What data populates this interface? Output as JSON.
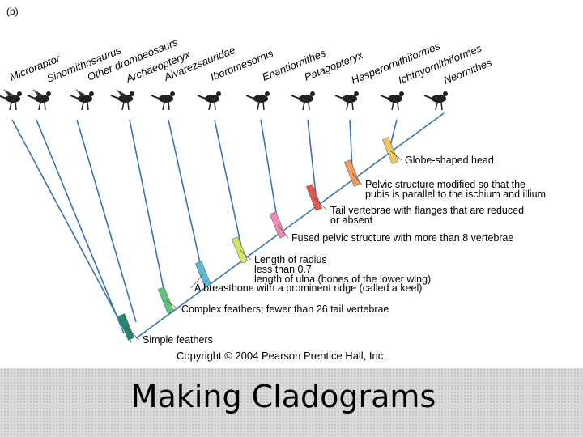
{
  "panel_label": "(b)",
  "taxa": [
    "Microraptor",
    "Sinornithosaurus",
    "Other dromaeosaurs",
    "Archaeopteryx",
    "Alvarezsauridae",
    "Iberomesornis",
    "Enantiornithes",
    "Patagopteryx",
    "Hesperornithiformes",
    "Ichthyornithiformes",
    "Neornithes"
  ],
  "characters": [
    {
      "lines": [
        "Simple feathers"
      ],
      "color": "#1f8a6c"
    },
    {
      "lines": [
        "Complex feathers; fewer than 26 tail vertebrae"
      ],
      "color": "#5fc47e"
    },
    {
      "lines": [
        "A breastbone with a prominent ridge (called a keel)"
      ],
      "color": "#5cb8d6"
    },
    {
      "lines": [
        "Length of radius",
        "less than 0.7",
        "length of ulna (bones of the lower wing)"
      ],
      "color": "#d6e36a"
    },
    {
      "lines": [
        "Fused pelvic structure with more than 8 vertebrae"
      ],
      "color": "#ef8bb8"
    },
    {
      "lines": [
        "Tail vertebrae with flanges that are reduced",
        "or absent"
      ],
      "color": "#e8574d"
    },
    {
      "lines": [
        "Pelvic structure modified so that the",
        "pubis is parallel to the ischium and illium"
      ],
      "color": "#f39c5e"
    },
    {
      "lines": [
        "Globe-shaped head"
      ],
      "color": "#f2c55f"
    }
  ],
  "colors": {
    "line": "#3a73b0",
    "text": "#000000"
  },
  "copyright": "Copyright © 2004 Pearson Prentice Hall, Inc.",
  "slide_title": "Making Cladograms"
}
